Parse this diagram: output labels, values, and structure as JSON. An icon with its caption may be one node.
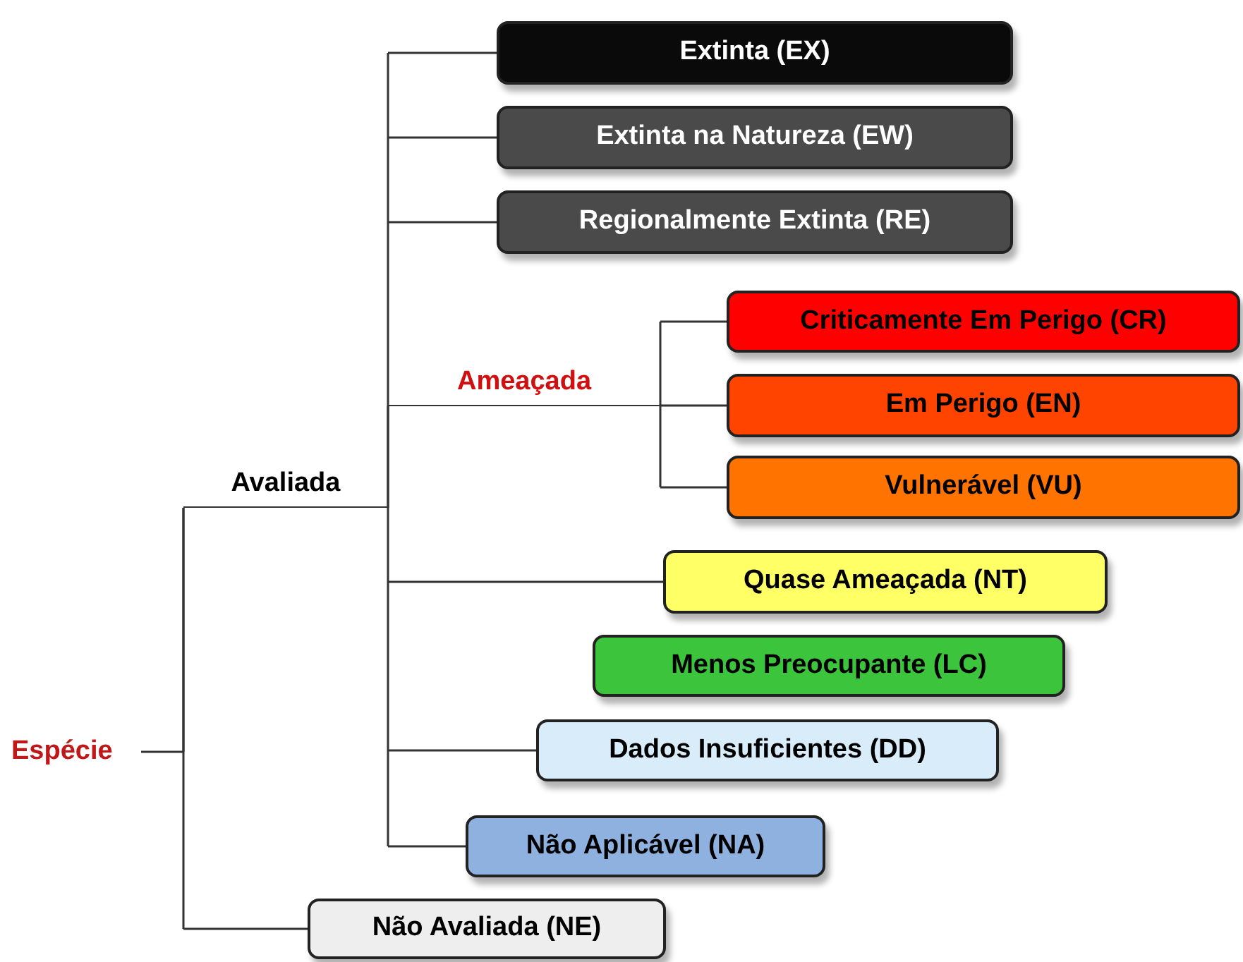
{
  "diagram": {
    "nodes": [
      {
        "text": [
          "Espécie"
        ]
      },
      {
        "text": [
          "Avaliada"
        ]
      },
      {
        "text": [
          "Extinta (EX)"
        ]
      },
      {
        "text": [
          "Extinta na Natureza (EW)"
        ]
      },
      {
        "text": [
          "Regionalmente Extinta (RE)"
        ]
      },
      {
        "text": [
          "Ameaçada"
        ]
      },
      {
        "text": [
          "Criticamente Em Perigo (CR)"
        ]
      },
      {
        "text": [
          "Em Perigo (EN)"
        ]
      },
      {
        "text": [
          "Vulnerável (VU)"
        ]
      },
      {
        "text": [
          "Quase Ameaçada (NT)"
        ]
      },
      {
        "text": [
          "Menos Preocupante (LC)"
        ]
      },
      {
        "text": [
          "Dados Insuficientes (DD)"
        ]
      },
      {
        "text": [
          "Não Aplicável (NA)"
        ]
      },
      {
        "text": [
          "Não Avaliada (NE)"
        ]
      }
    ],
    "edges": [
      {
        "from": 0,
        "to": 1,
        "arrow": "none"
      },
      {
        "from": 0,
        "to": 13,
        "arrow": "none"
      },
      {
        "from": 1,
        "to": 2,
        "arrow": "none"
      },
      {
        "from": 1,
        "to": 3,
        "arrow": "none"
      },
      {
        "from": 1,
        "to": 4,
        "arrow": "none"
      },
      {
        "from": 1,
        "to": 5,
        "arrow": "none"
      },
      {
        "from": 1,
        "to": 9,
        "arrow": "none"
      },
      {
        "from": 1,
        "to": 11,
        "arrow": "none"
      },
      {
        "from": 1,
        "to": 12,
        "arrow": "none"
      },
      {
        "from": 5,
        "to": 6,
        "arrow": "none"
      },
      {
        "from": 5,
        "to": 7,
        "arrow": "none"
      },
      {
        "from": 5,
        "to": 8,
        "arrow": "none"
      }
    ]
  }
}
